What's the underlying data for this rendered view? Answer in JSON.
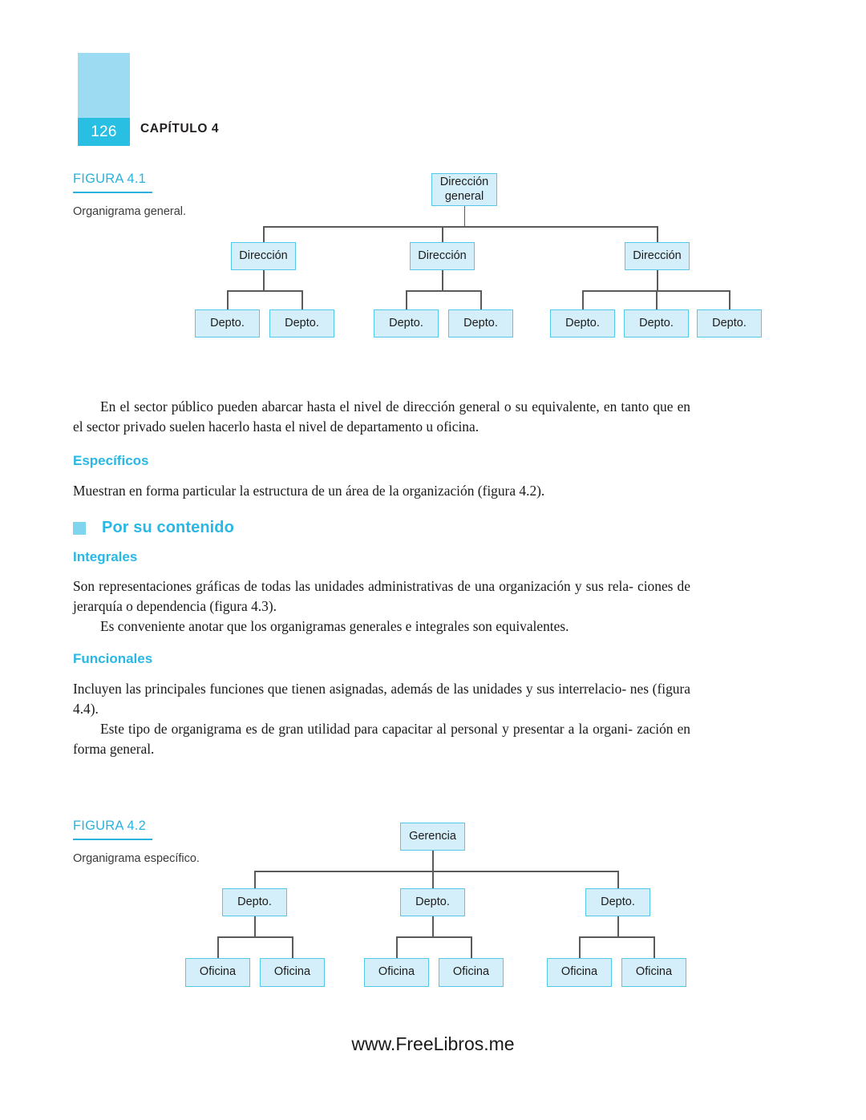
{
  "header": {
    "page_number": "126",
    "chapter_label": "CAPÍTULO 4"
  },
  "figure1": {
    "title": "FIGURA 4.1",
    "description": "Organigrama general.",
    "chart_data": {
      "type": "diagram",
      "root": "Dirección general",
      "level2": [
        "Dirección",
        "Dirección",
        "Dirección"
      ],
      "level3": [
        [
          "Depto.",
          "Depto."
        ],
        [
          "Depto.",
          "Depto."
        ],
        [
          "Depto.",
          "Depto.",
          "Depto."
        ]
      ]
    }
  },
  "figure2": {
    "title": "FIGURA 4.2",
    "description": "Organigrama específico.",
    "chart_data": {
      "type": "diagram",
      "root": "Gerencia",
      "level2": [
        "Depto.",
        "Depto.",
        "Depto."
      ],
      "level3": [
        [
          "Oficina",
          "Oficina"
        ],
        [
          "Oficina",
          "Oficina"
        ],
        [
          "Oficina",
          "Oficina"
        ]
      ]
    }
  },
  "body": {
    "para1_line1": "En el sector público pueden abarcar hasta el nivel de dirección general o su equivalente, en tanto",
    "para1_line2": "que en el sector privado suelen hacerlo hasta el nivel de departamento u oficina.",
    "heading_especificos": "Específicos",
    "para2": "Muestran en forma particular la estructura de un área de la organización (figura 4.2).",
    "heading_contenido": "Por su contenido",
    "heading_integrales": "Integrales",
    "para3_line1": "Son representaciones gráficas de todas las unidades administrativas de una organización y sus rela-",
    "para3_line2": "ciones de jerarquía o dependencia (figura 4.3).",
    "para3_line3": "Es conveniente anotar que los organigramas generales e integrales son equivalentes.",
    "heading_funcionales": "Funcionales",
    "para4_line1": "Incluyen las principales funciones que tienen asignadas, además de las unidades y sus interrelacio-",
    "para4_line2": "nes (figura 4.4).",
    "para4_line3": "Este tipo de organigrama es de gran utilidad para capacitar al personal y presentar a la organi-",
    "para4_line4": "zación en forma general."
  },
  "footer": {
    "site": "www.FreeLibros.me"
  },
  "colors": {
    "accent": "#29b8e5",
    "header_block_top": "#9ddbf2",
    "header_block_bottom": "#28bfe2",
    "node_fill": "#d4eefa",
    "node_border": "#54c8e8",
    "connector": "#5a5a5a"
  }
}
